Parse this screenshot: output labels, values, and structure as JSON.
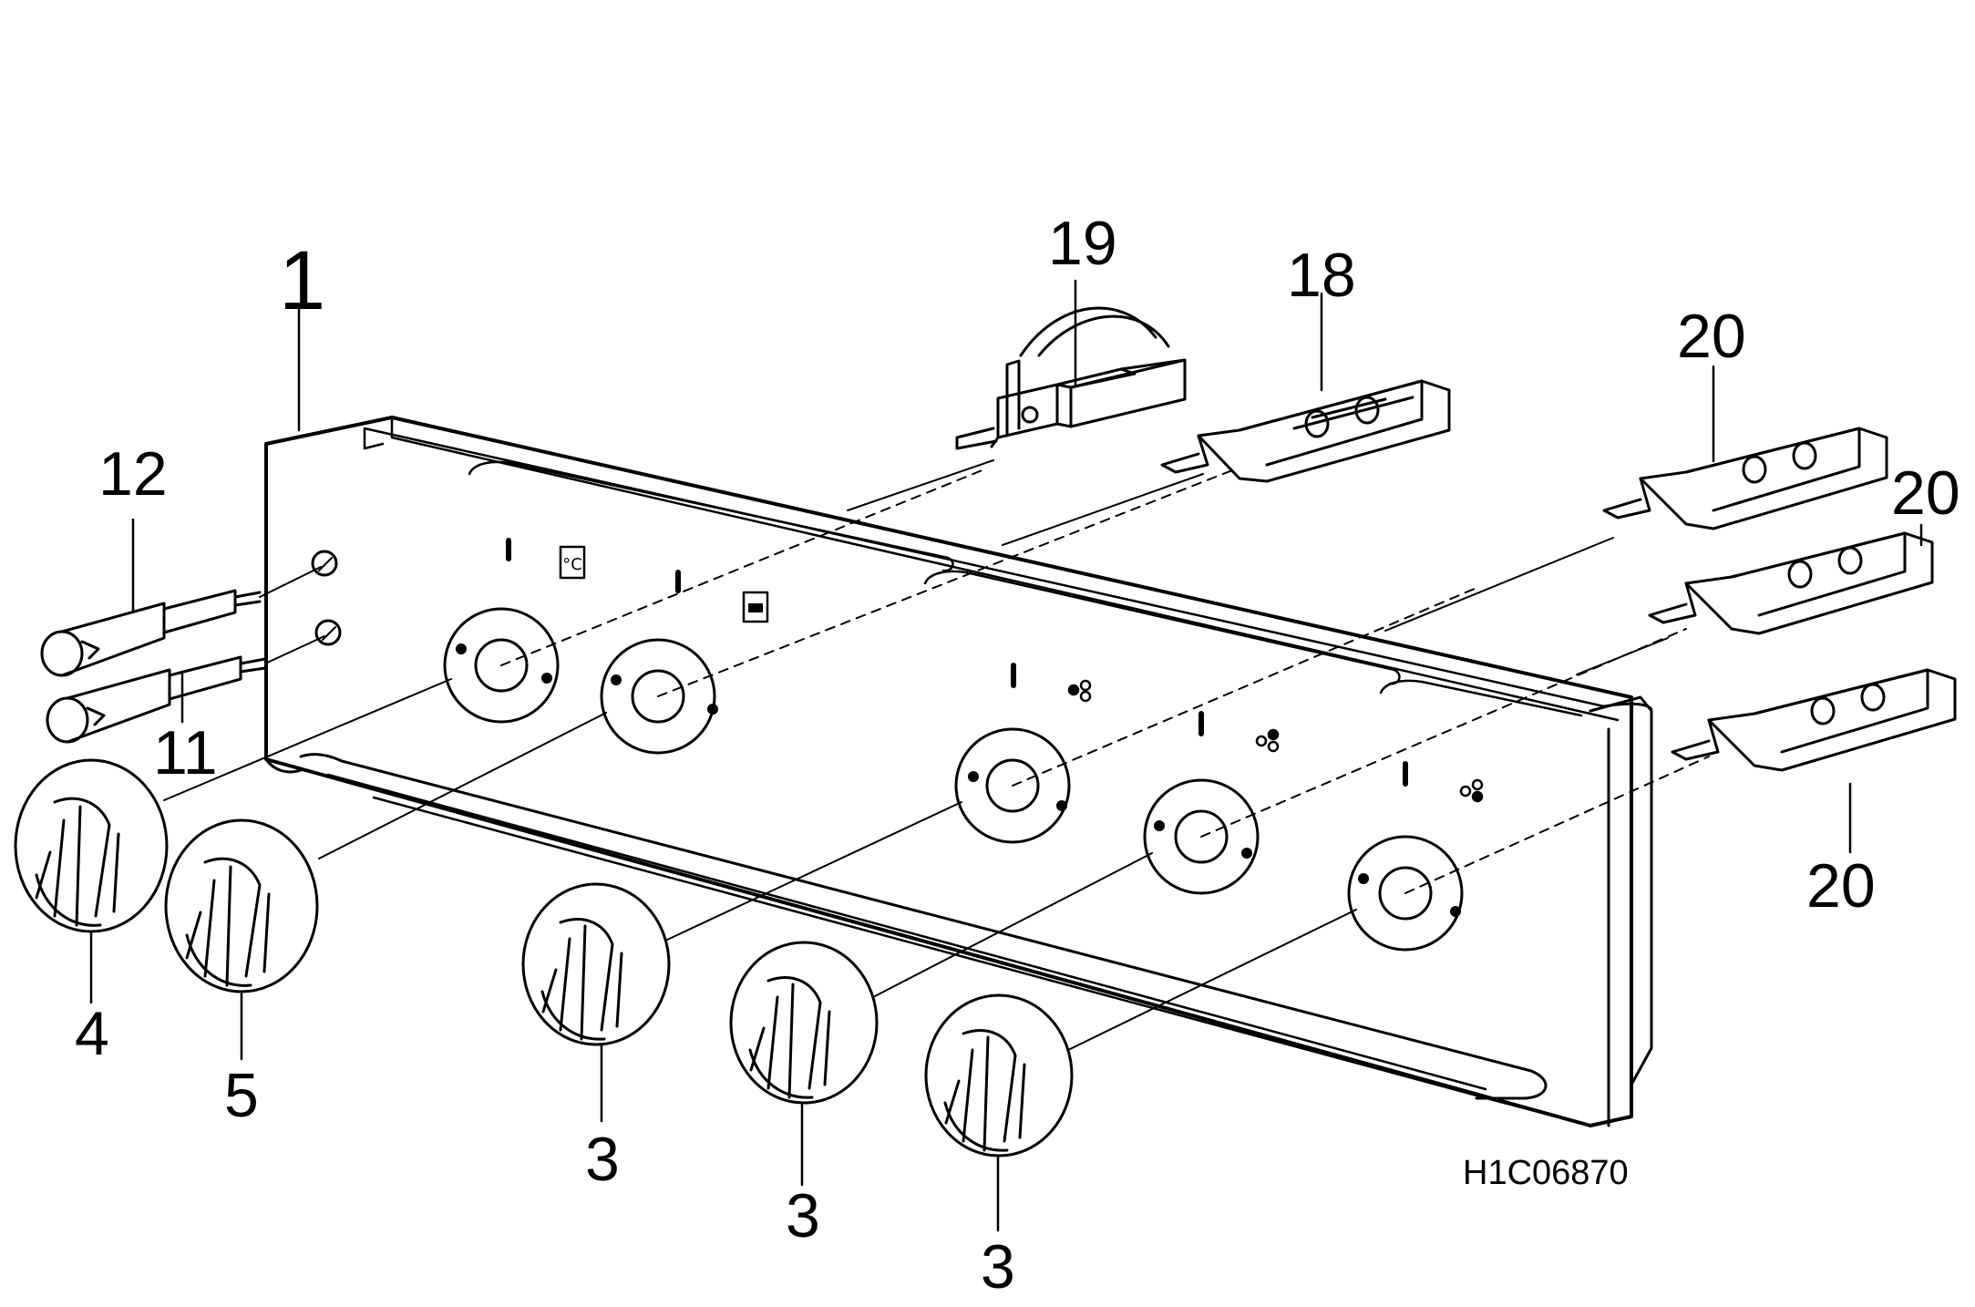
{
  "drawing_id": "H1C06870",
  "labels": {
    "panel": "1",
    "knob_a": "3",
    "knob_b": "3",
    "knob_c": "3",
    "knob_left": "4",
    "knob_second": "5",
    "indicator_lower": "11",
    "indicator_upper": "12",
    "switch_18": "18",
    "thermostat_19": "19",
    "switch_20_a": "20",
    "switch_20_b": "20",
    "switch_20_c": "20"
  },
  "panel_symbols": {
    "thermostat_symbol": "°C"
  },
  "colors": {
    "line": "#000000",
    "background": "#ffffff"
  }
}
